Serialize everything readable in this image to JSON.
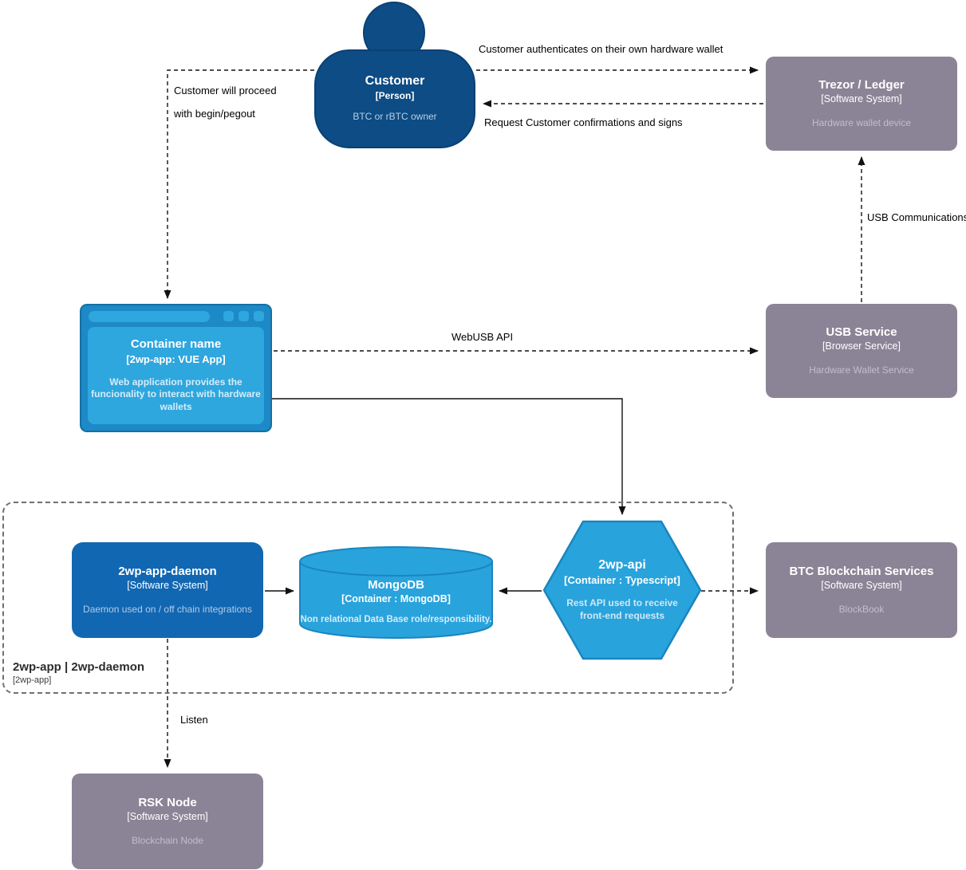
{
  "nodes": {
    "customer": {
      "title": "Customer",
      "meta": "[Person]",
      "desc": "BTC or rBTC owner"
    },
    "trezor": {
      "title": "Trezor / Ledger",
      "meta": "[Software System]",
      "desc": "Hardware wallet device"
    },
    "webapp": {
      "title": "Container name",
      "meta": "[2wp-app: VUE App]",
      "desc": "Web application provides the funcionality to interact with hardware wallets"
    },
    "usb": {
      "title": "USB Service",
      "meta": "[Browser Service]",
      "desc": "Hardware Wallet Service"
    },
    "daemon": {
      "title": "2wp-app-daemon",
      "meta": "[Software System]",
      "desc": "Daemon used on / off chain integrations"
    },
    "mongo": {
      "title": "MongoDB",
      "meta": "[Container : MongoDB]",
      "desc": "Non relational Data Base role/responsibility."
    },
    "api": {
      "title": "2wp-api",
      "meta": "[Container : Typescript]",
      "desc": "Rest API used to receive front-end requests"
    },
    "btc": {
      "title": "BTC Blockchain Services",
      "meta": "[Software System]",
      "desc": "BlockBook"
    },
    "rsk": {
      "title": "RSK Node",
      "meta": "[Software System]",
      "desc": "Blockchain Node"
    }
  },
  "boundary": {
    "title": "2wp-app | 2wp-daemon",
    "meta": "[2wp-app]"
  },
  "edges": {
    "auth": {
      "label": "Customer authenticates on their own hardware wallet"
    },
    "confirm": {
      "label": "Request Customer confirmations and signs"
    },
    "proceed_1": {
      "label": "Customer will proceed"
    },
    "proceed_2": {
      "label": "with begin/pegout"
    },
    "webusb": {
      "label": "WebUSB API"
    },
    "usbcomm": {
      "label": "USB Communications"
    },
    "listen": {
      "label": "Listen"
    }
  },
  "colors": {
    "person_blue": "#0d4c85",
    "system_blue": "#1267b2",
    "container_cyan": "#29a3dc",
    "container_border": "#1a85c0",
    "browser_frame": "#1d89c6",
    "external_gray": "#8b8496",
    "edge_black": "#111111",
    "boundary_gray": "#707070"
  }
}
